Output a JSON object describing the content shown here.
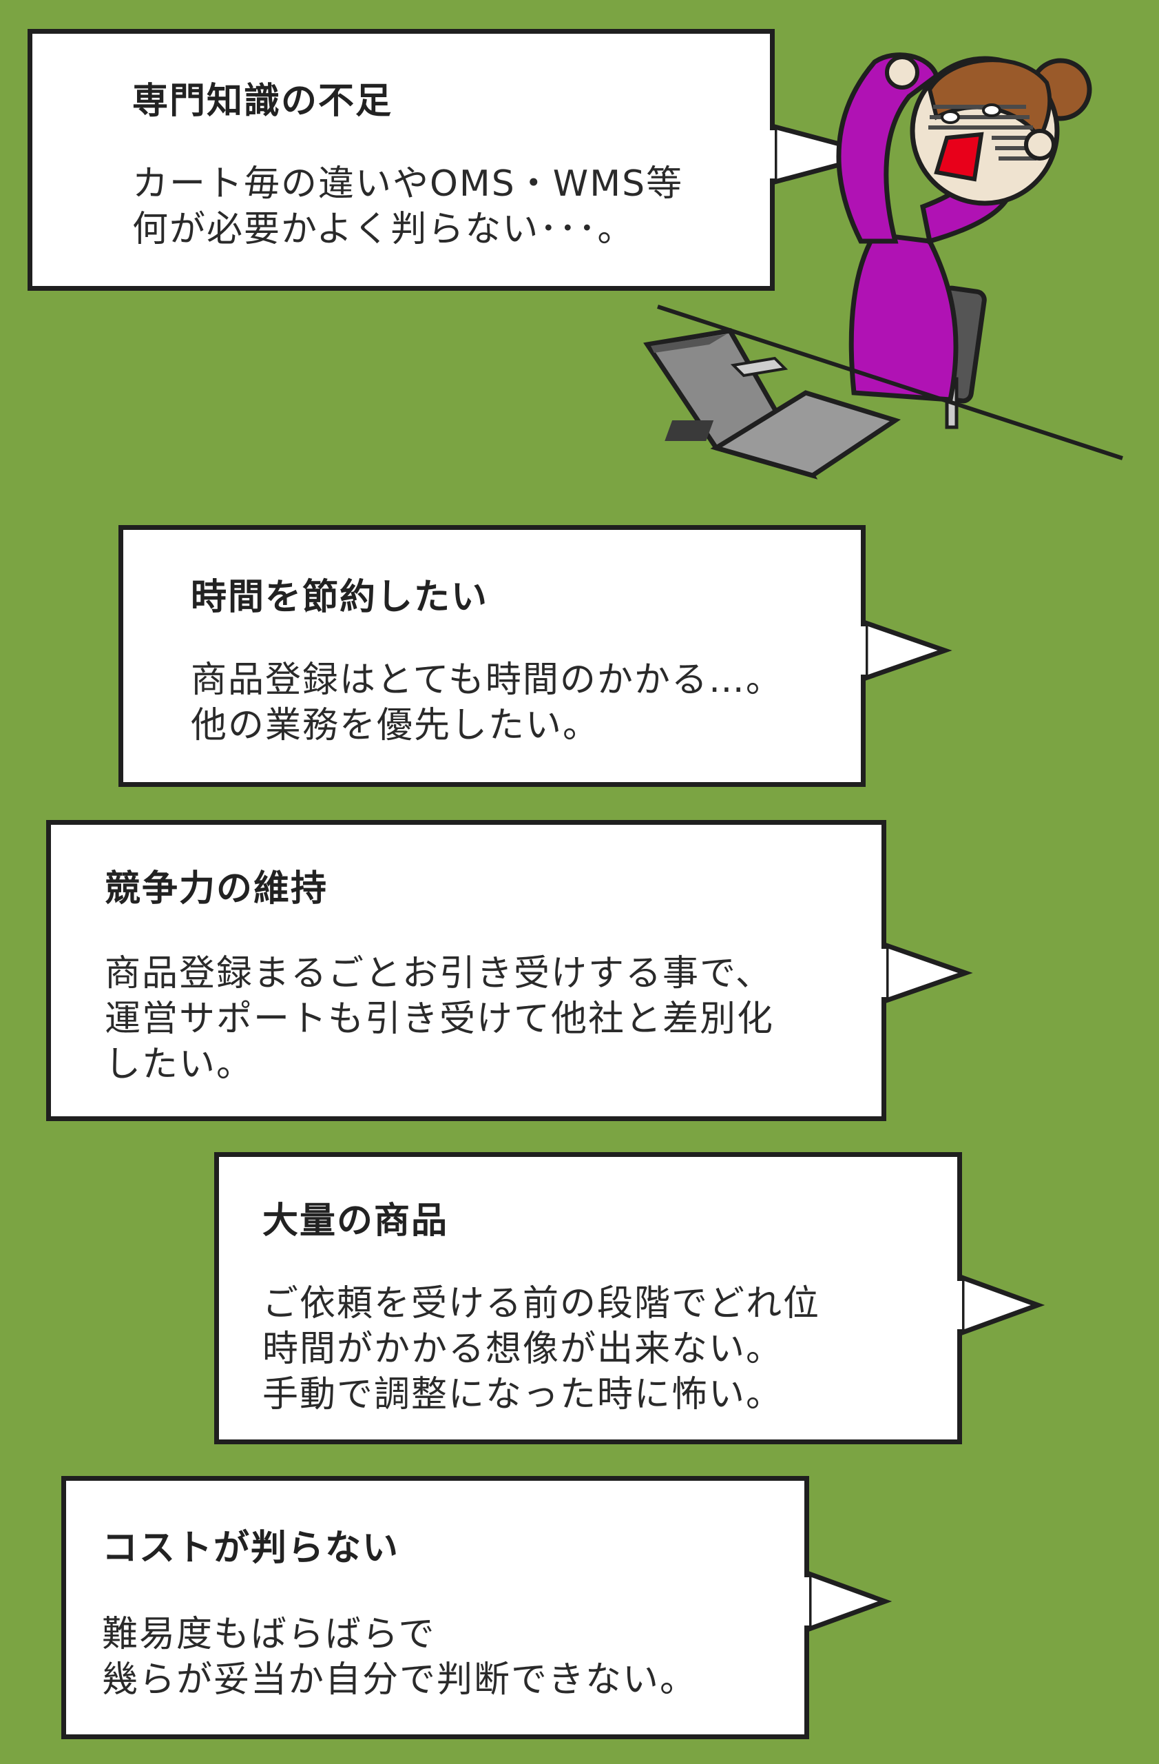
{
  "bubbles": [
    {
      "title": "専門知識の不足",
      "body": "カート毎の違いやOMS・WMS等\n何が必要かよく判らない･･･。"
    },
    {
      "title": "時間を節約したい",
      "body": "商品登録はとても時間のかかる…。\n他の業務を優先したい。"
    },
    {
      "title": "競争力の維持",
      "body": "商品登録まるごとお引き受けする事で、\n運営サポートも引き受けて他社と差別化\nしたい。"
    },
    {
      "title": "大量の商品",
      "body": "ご依頼を受ける前の段階でどれ位\n時間がかかる想像が出来ない。\n手動で調整になった時に怖い。"
    },
    {
      "title": "コストが判らない",
      "body": "難易度もばらばらで\n幾らが妥当か自分で判断できない。"
    }
  ],
  "colors": {
    "background": "#7ba443",
    "bubble_fill": "#ffffff",
    "bubble_border": "#1f1f1f",
    "character_shirt": "#b012b4",
    "character_hair": "#9a5a2a",
    "character_mouth": "#e8001a",
    "laptop": "#8a8a8a"
  },
  "illustration": {
    "subject": "stressed-woman-at-laptop",
    "icons": [
      "character-icon",
      "laptop-icon",
      "desk-line",
      "chair-icon"
    ]
  }
}
